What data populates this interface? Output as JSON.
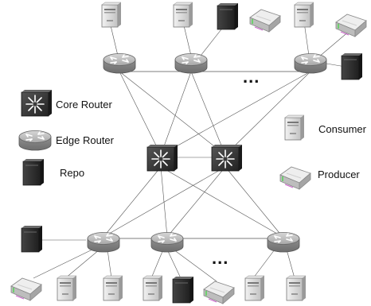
{
  "legend": {
    "core_router": "Core Router",
    "edge_router": "Edge Router",
    "repo": "Repo",
    "consumer": "Consumer",
    "producer": "Producer"
  },
  "ellipsis_top": "...",
  "ellipsis_bottom": "...",
  "colors": {
    "core_router_body": "#3a3a3a",
    "edge_router_body": "#b8b8b8",
    "repo_body": "#333333",
    "consumer_body": "#d8d8d8",
    "producer_body": "#e6e6e6",
    "link": "#555555"
  },
  "icons": [
    "core-router-icon",
    "edge-router-icon",
    "repo-icon",
    "consumer-icon",
    "producer-icon"
  ]
}
